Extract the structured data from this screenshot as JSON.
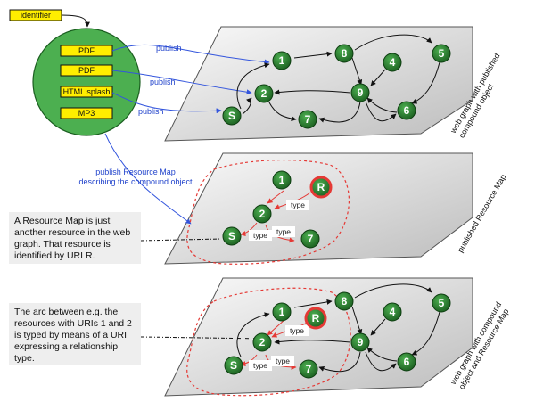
{
  "identifier_label": "identifier",
  "compound_items": [
    "PDF",
    "PDF",
    "HTML splash",
    "MP3"
  ],
  "publish_label": "publish",
  "publish_map_label_line1": "publish Resource Map",
  "publish_map_label_line2": "describing the compound object",
  "planes": {
    "top_label_line1": "web graph with published",
    "top_label_line2": "compound object",
    "middle_label": "published Resource Map",
    "bottom_label_line1": "web graph with compound",
    "bottom_label_line2": "object and Resource Map"
  },
  "nodes": {
    "n1": "1",
    "n2": "2",
    "n4": "4",
    "n5": "5",
    "n6": "6",
    "n7": "7",
    "n8": "8",
    "n9": "9",
    "s": "S",
    "r": "R"
  },
  "type_label": "type",
  "notes": {
    "resource_map": "A Resource Map is just another resource in the web graph. That resource is identified by URI R.",
    "arc": "The arc between e.g. the resources with URIs 1 and 2 is typed by means of a URI expressing a relationship type."
  },
  "colors": {
    "node_green": "#2e7d32",
    "circle_green": "#4caf50",
    "box_yellow": "#ffee00",
    "r_ring": "#e53935",
    "publish_blue": "#3355dd"
  }
}
